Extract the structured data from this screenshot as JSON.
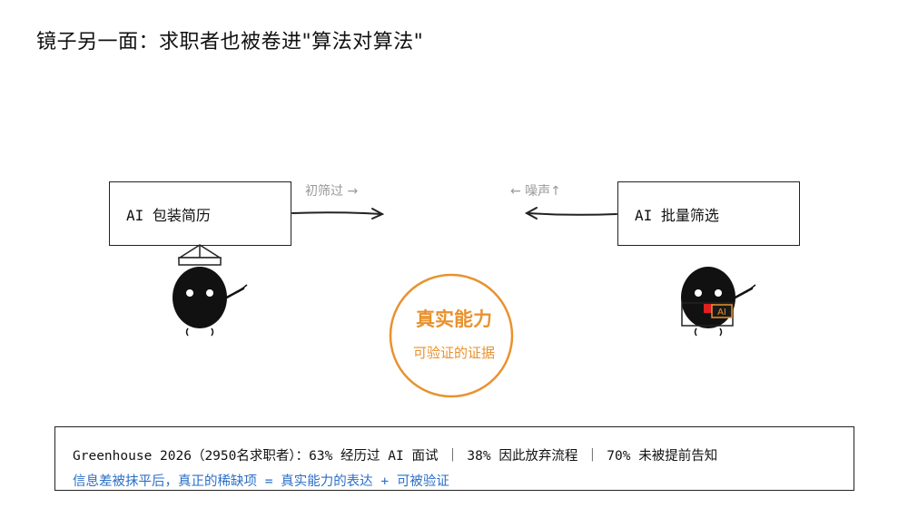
{
  "title": "镜子另一面：求职者也被卷进\"算法对算法\"",
  "left_box": {
    "label": "AI 包装简历"
  },
  "right_box": {
    "label": "AI 批量筛选"
  },
  "arrow_labels": {
    "left": "初筛过 →",
    "right": "← 噪声↑"
  },
  "center": {
    "line1": "真实能力",
    "line2": "可验证的证据"
  },
  "right_figure_badge": "AI",
  "footer": {
    "line1": "Greenhouse 2026（2950名求职者）：63% 经历过 AI 面试 ｜ 38% 因此放弃流程 ｜ 70% 未被提前告知",
    "line2": "信息差被抹平后，真正的稀缺项 = 真实能力的表达 + 可被验证"
  },
  "colors": {
    "accent": "#e8922e",
    "link_blue": "#2b6fc7",
    "label_gray": "#999999",
    "badge_red": "#e02020"
  }
}
